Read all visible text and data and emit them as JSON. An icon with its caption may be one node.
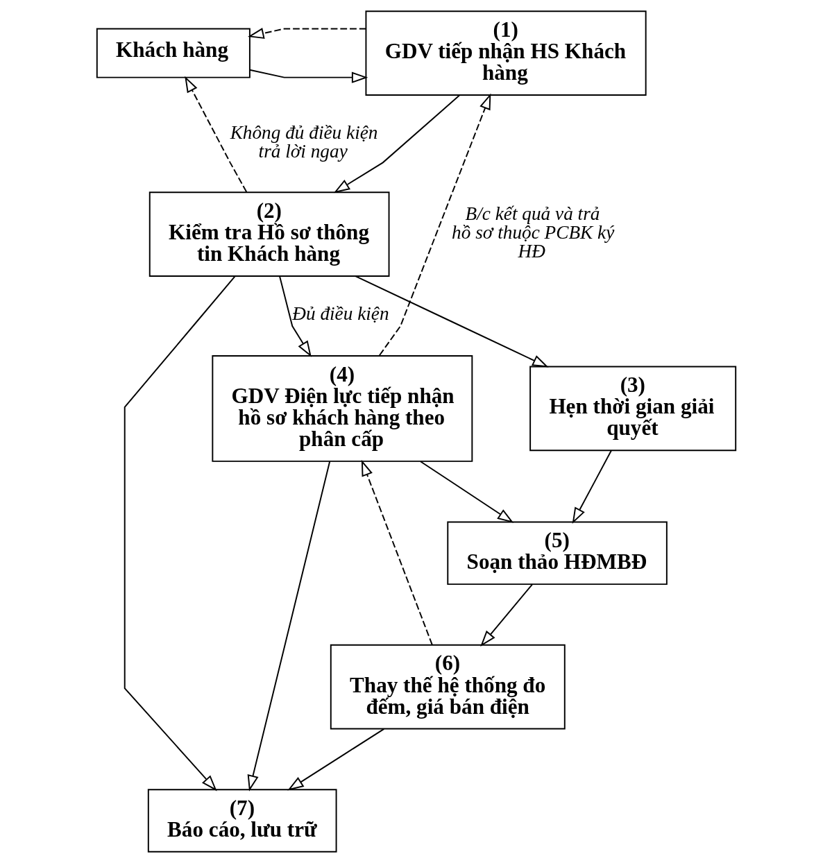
{
  "diagram": {
    "nodes": [
      {
        "text": [
          "Khách hàng"
        ]
      },
      {
        "text": [
          "(1)",
          "GDV tiếp nhận HS Khách hàng"
        ]
      },
      {
        "text": [
          "(2)",
          "Kiểm tra Hồ sơ thông tin Khách hàng"
        ]
      },
      {
        "text": [
          "(3)",
          "Hẹn thời gian giải quyết"
        ]
      },
      {
        "text": [
          "(4)",
          "GDV Điện lực tiếp nhận hồ sơ khách hàng theo phân cấp"
        ]
      },
      {
        "text": [
          "(5)",
          "Soạn thảo HĐMBĐ"
        ]
      },
      {
        "text": [
          "(6)",
          "Thay thế hệ thống đo đếm, giá bán điện"
        ]
      },
      {
        "text": [
          "(7)",
          "Báo cáo, lưu trữ"
        ]
      }
    ],
    "edges": [
      {
        "from": 0,
        "to": 1,
        "arrow": "to"
      },
      {
        "from": 1,
        "to": 0,
        "arrow": "to",
        "style": "dashed"
      },
      {
        "from": 1,
        "to": 2,
        "arrow": "to"
      },
      {
        "from": 2,
        "to": 0,
        "arrow": "to",
        "style": "dashed",
        "label": "Không đủ điều kiện trả lời ngay"
      },
      {
        "from": 2,
        "to": 4,
        "arrow": "to",
        "label": "Đủ điều kiện"
      },
      {
        "from": 4,
        "to": 1,
        "arrow": "to",
        "style": "dashed",
        "label": "B/c kết quả và trả hồ sơ thuộc PCBK ký HĐ"
      },
      {
        "from": 2,
        "to": 3,
        "arrow": "to"
      },
      {
        "from": 2,
        "to": 7,
        "arrow": "to"
      },
      {
        "from": 3,
        "to": 5,
        "arrow": "to"
      },
      {
        "from": 4,
        "to": 5,
        "arrow": "to"
      },
      {
        "from": 5,
        "to": 6,
        "arrow": "to"
      },
      {
        "from": 6,
        "to": 4,
        "arrow": "to",
        "style": "dashed"
      },
      {
        "from": 4,
        "to": 7,
        "arrow": "to"
      },
      {
        "from": 6,
        "to": 7,
        "arrow": "to"
      }
    ]
  }
}
